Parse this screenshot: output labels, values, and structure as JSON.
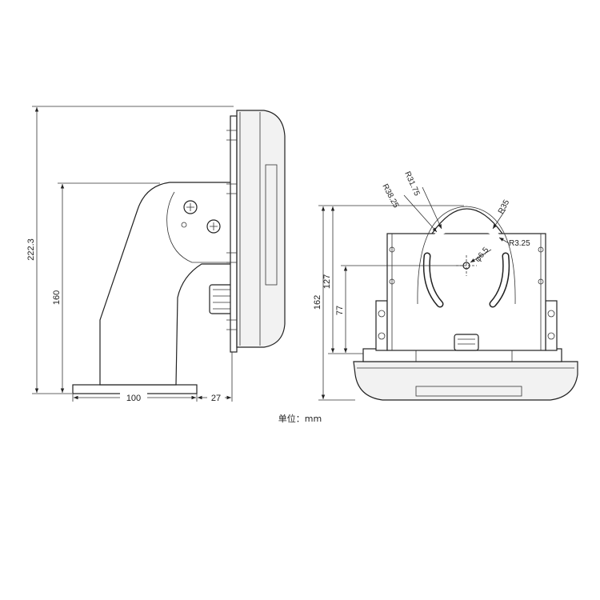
{
  "side_view": {
    "dims": {
      "total_height": "222.3",
      "arm_height": "160",
      "base_width": "100",
      "depth": "27"
    }
  },
  "front_view": {
    "dims": {
      "height": "162",
      "bracket_height": "127",
      "hole_height": "77"
    },
    "radii": {
      "r1": "R38.25",
      "r2": "R31.75",
      "r3": "R35",
      "r4": "R3.25",
      "hole": "φ6.5"
    }
  },
  "unit_label": "单位：mm"
}
